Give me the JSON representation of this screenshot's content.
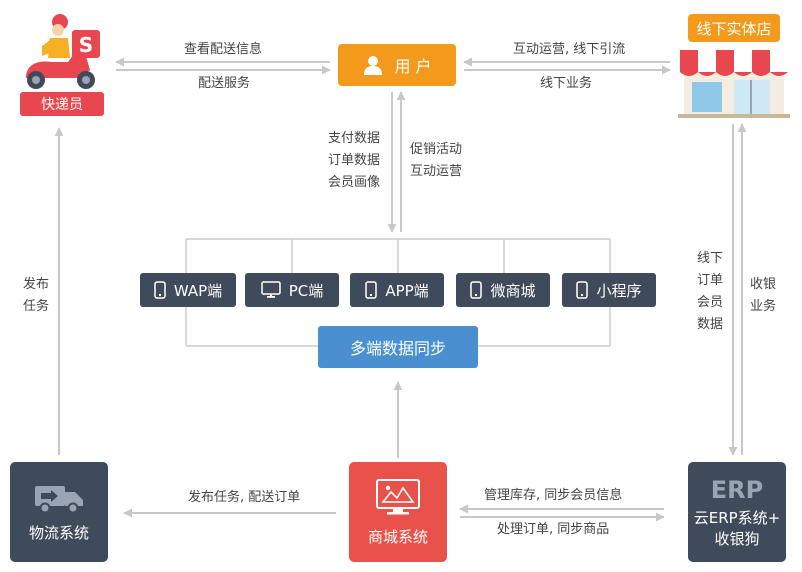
{
  "nodes": {
    "user": {
      "label": "用 户",
      "color": "#f39a1c"
    },
    "courier": {
      "label": "快递员",
      "logo_letter": "S",
      "color": "#e8474f"
    },
    "store": {
      "label": "线下实体店",
      "color": "#f39a1c"
    },
    "sync": {
      "label": "多端数据同步",
      "color": "#4a90d0"
    },
    "logistics": {
      "label": "物流系统",
      "color": "#3f4a5a"
    },
    "mall": {
      "label": "商城系统",
      "color": "#e8524a"
    },
    "erp": {
      "logo": "ERP",
      "line1": "云ERP系统+",
      "line2": "收银狗",
      "color": "#3f4a5a"
    }
  },
  "channels": [
    {
      "label": "WAP端",
      "icon": "phone-icon"
    },
    {
      "label": "PC端",
      "icon": "monitor-icon"
    },
    {
      "label": "APP端",
      "icon": "phone-icon"
    },
    {
      "label": "微商城",
      "icon": "phone-icon"
    },
    {
      "label": "小程序",
      "icon": "phone-icon"
    }
  ],
  "edges": {
    "user_to_courier": "查看配送信息",
    "courier_to_user": "配送服务",
    "store_to_user": "互动运营, 线下引流",
    "user_to_store": "线下业务",
    "down_labels": [
      "支付数据",
      "订单数据",
      "会员画像"
    ],
    "up_labels": [
      "促销活动",
      "互动运营"
    ],
    "logistics_to_courier": [
      "发布",
      "任务"
    ],
    "store_to_erp": [
      "线下",
      "订单",
      "会员",
      "数据"
    ],
    "erp_to_store": [
      "收银",
      "业务"
    ],
    "mall_to_logistics": "发布任务, 配送订单",
    "erp_to_mall": "管理库存, 同步会员信息",
    "mall_to_erp": "处理订单, 同步商品"
  },
  "colors": {
    "arrow": "#c8c8c8",
    "bracket": "#cccccc"
  }
}
